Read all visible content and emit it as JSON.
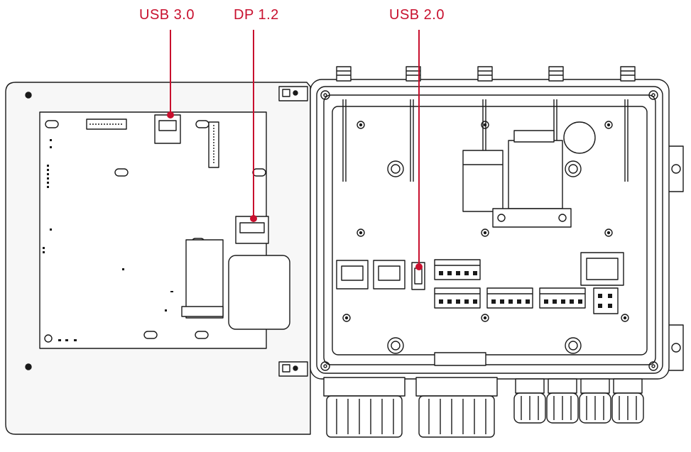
{
  "callouts": [
    {
      "id": "usb30",
      "text": "USB 3.0"
    },
    {
      "id": "dp12",
      "text": "DP 1.2"
    },
    {
      "id": "usb20",
      "text": "USB 2.0"
    }
  ],
  "colors": {
    "callout": "#c8102e",
    "line": "#1a1a1a",
    "panel": "#f7f7f7",
    "background": "#ffffff"
  }
}
